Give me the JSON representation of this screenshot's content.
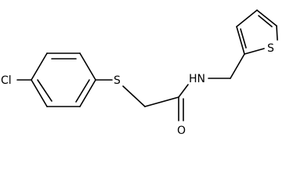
{
  "diagram": {
    "type": "chemical-structure",
    "atoms": {
      "chlorine": "Cl",
      "sulfur_thioether": "S",
      "amide_nitrogen": "HN",
      "amide_oxygen": "O",
      "thiophene_sulfur": "S"
    }
  }
}
